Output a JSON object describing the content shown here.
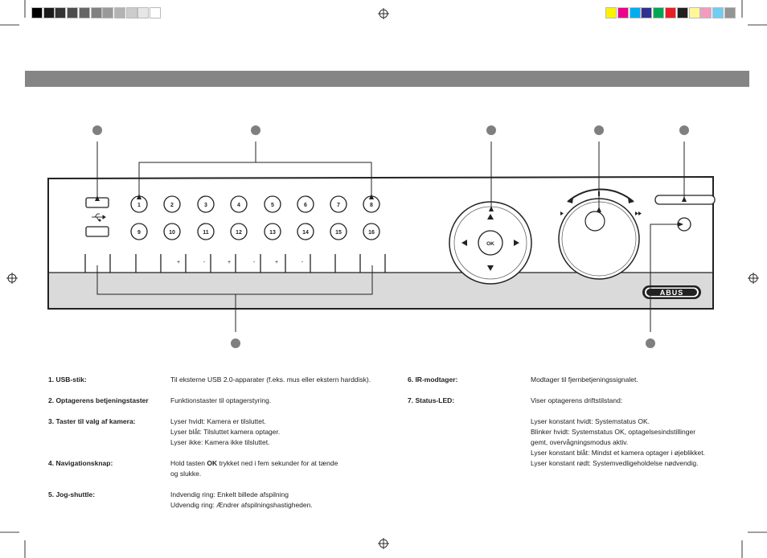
{
  "color_bar": {
    "grayscale": [
      "#000000",
      "#1a1a1a",
      "#333333",
      "#4d4d4d",
      "#666666",
      "#808080",
      "#999999",
      "#b3b3b3",
      "#cccccc",
      "#e6e6e6",
      "#ffffff"
    ],
    "process": [
      "#fff200",
      "#ec008c",
      "#00aeef",
      "#2e3192",
      "#00a651",
      "#ed1c24",
      "#231f20",
      "#fff799",
      "#f49ac1",
      "#6dcff6",
      "#959595"
    ]
  },
  "device": {
    "camera_buttons_top": [
      "1",
      "2",
      "3",
      "4",
      "5",
      "6",
      "7",
      "8"
    ],
    "camera_buttons_bottom": [
      "9",
      "10",
      "11",
      "12",
      "13",
      "14",
      "15",
      "16"
    ],
    "function_key_marks": [
      "+",
      "-",
      "+",
      "-",
      "+",
      "-"
    ],
    "ok_label": "OK",
    "brand": "ABUS",
    "usb_icon": "usb-icon",
    "jog_left_icon": "play-reverse-icon",
    "jog_right_icon": "fast-forward-icon"
  },
  "legend": {
    "items": [
      {
        "label": "1. USB-stik:",
        "lines": [
          "Til eksterne USB 2.0-apparater (f.eks. mus eller ekstern harddisk)."
        ]
      },
      {
        "label": "2. Optagerens betjeningstaster",
        "lines": [
          "Funktionstaster til optagerstyring."
        ]
      },
      {
        "label": "3. Taster til valg af kamera:",
        "lines": [
          "Lyser hvidt: Kamera er tilsluttet.",
          "Lyser blåt: Tilsluttet kamera optager.",
          "Lyser ikke: Kamera ikke tilsluttet."
        ]
      },
      {
        "label": "4. Navigationsknap:",
        "lines": [
          "Hold tasten ",
          "og slukke."
        ],
        "bold_word": "OK",
        "line1_rest": " trykket ned i fem sekunder for at tænde"
      },
      {
        "label": "5. Jog-shuttle:",
        "lines": [
          "Indvendig ring: Enkelt billede afspilning",
          "Udvendig ring: Ændrer afspilningshastigheden."
        ]
      },
      {
        "label": "6. IR-modtager:",
        "lines": [
          "Modtager til fjernbetjeningssignalet."
        ]
      },
      {
        "label": "7. Status-LED:",
        "lines": [
          "Viser optagerens driftstilstand:",
          "",
          "Lyser konstant hvidt: Systemstatus OK.",
          "Blinker hvidt: Systemstatus OK, optagelsesindstillinger",
          "gemt, overvågningsmodus aktiv.",
          "Lyser konstant blåt: Mindst et kamera optager i øjeblikket.",
          "Lyser konstant rødt: Systemvedligeholdelse nødvendig."
        ]
      }
    ]
  }
}
